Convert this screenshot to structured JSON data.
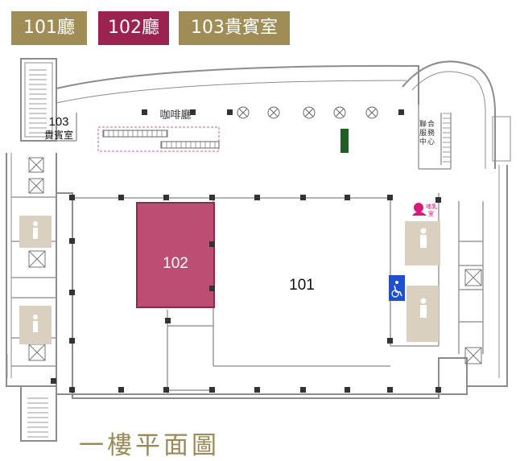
{
  "tabs": [
    {
      "label": "101廳",
      "active": false
    },
    {
      "label": "102廳",
      "active": true
    },
    {
      "label": "103貴賓室",
      "active": false
    }
  ],
  "rooms": {
    "hall_101": "101",
    "hall_102": "102",
    "vip_103_number": "103",
    "vip_103_name": "貴賓室",
    "cafe": "咖啡廳",
    "service_center": [
      "聯",
      "合",
      "服",
      "務",
      "中",
      "心"
    ],
    "nursing_room": [
      "哺",
      "乳",
      "室"
    ]
  },
  "floor_title": "一樓平面圖",
  "colors": {
    "tab_gold": "#a08d55",
    "tab_active": "#9a2350",
    "hall_102_fill": "#bb4e72",
    "restroom_fill": "#d9d0c0",
    "wall": "#8c8c8c",
    "column": "#333333",
    "accessible_blue": "#1f4fd1",
    "nursing_pink": "#d8197a",
    "green_block": "#1f5e24",
    "title_color": "#9a8a5a"
  },
  "icons": [
    "escalator-icon",
    "elevator-icon",
    "male-restroom-icon",
    "female-restroom-icon",
    "accessible-restroom-icon",
    "nursing-room-icon",
    "fan-icon"
  ]
}
